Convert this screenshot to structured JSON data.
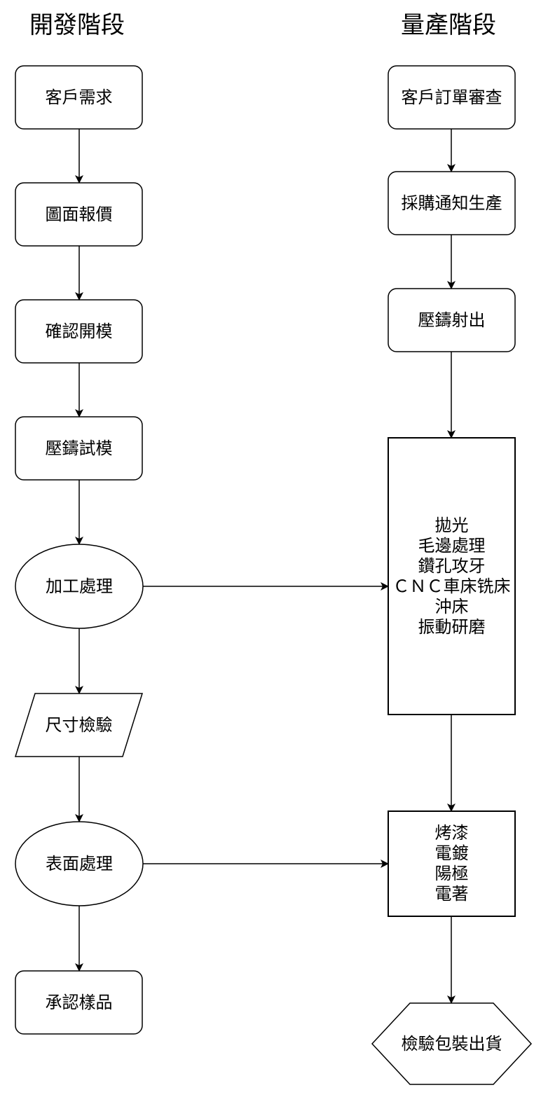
{
  "headers": {
    "development": "開發階段",
    "production": "量產階段"
  },
  "development_nodes": [
    {
      "label": "客戶需求"
    },
    {
      "label": "圖面報價"
    },
    {
      "label": "確認開模"
    },
    {
      "label": "壓鑄試模"
    },
    {
      "label": "加工處理"
    },
    {
      "label": "尺寸檢驗"
    },
    {
      "label": "表面處理"
    },
    {
      "label": "承認樣品"
    }
  ],
  "production_nodes": [
    {
      "label": "客戶訂單審查"
    },
    {
      "label": "採購通知生產"
    },
    {
      "label": "壓鑄射出"
    }
  ],
  "machining_box": {
    "lines": [
      "拋光",
      "毛邊處理",
      "鑽孔攻牙",
      "ＣＮＣ車床铣床",
      "沖床",
      "振動研磨"
    ]
  },
  "surface_box": {
    "lines": [
      "烤漆",
      "電鍍",
      "陽極",
      "電著"
    ]
  },
  "final_node": {
    "label": "檢驗包裝出貨"
  }
}
